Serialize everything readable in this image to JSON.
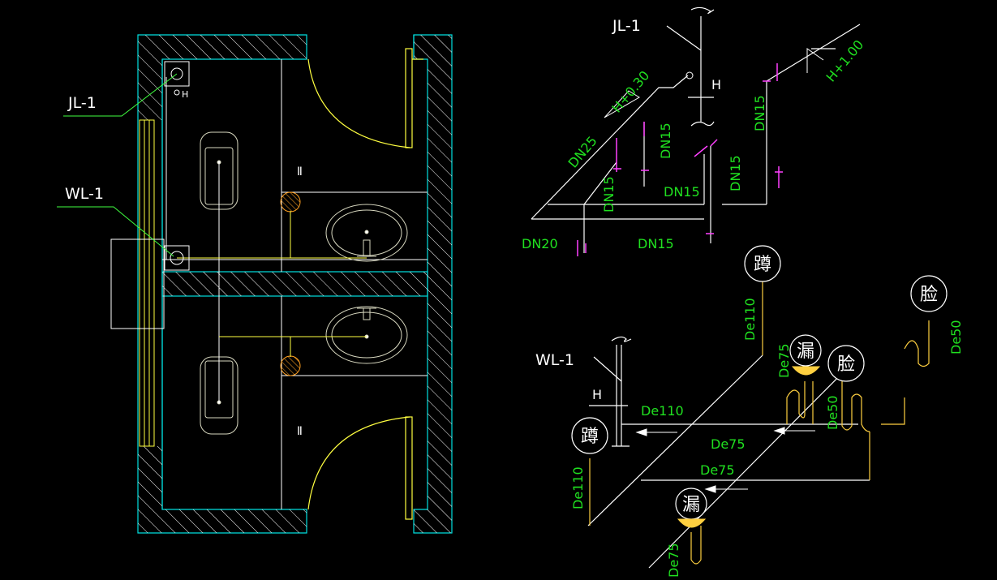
{
  "colors": {
    "background": "#000000",
    "wall": "#ffffff",
    "wall_outline": "#00e0e0",
    "door": "#ffff40",
    "fixture": "#ffffff",
    "fixture_dim": "#d8d8c0",
    "pipe_cold": "#ffffff",
    "pipe_drain": "#ffd040",
    "riser": "#ff40ff",
    "label_green": "#20e020",
    "label_white": "#ffffff",
    "hatch_orange": "#ffa020",
    "dim_line": "#40ff40"
  },
  "plan": {
    "riser_jl": "JL-1",
    "riser_wl": "WL-1",
    "room_mark_top": "Ⅱ",
    "room_mark_bottom": "Ⅱ",
    "h_mark": "H"
  },
  "supply_iso": {
    "riser_label": "JL-1",
    "h_mark": "H",
    "elev_left": "H+0.30",
    "elev_right": "H+1.00",
    "pipes": [
      {
        "id": "dn25",
        "text": "DN25"
      },
      {
        "id": "dn20",
        "text": "DN20"
      },
      {
        "id": "dn15-a",
        "text": "DN15"
      },
      {
        "id": "dn15-b",
        "text": "DN15"
      },
      {
        "id": "dn15-c",
        "text": "DN15"
      },
      {
        "id": "dn15-d",
        "text": "DN15"
      },
      {
        "id": "dn15-e",
        "text": "DN15"
      },
      {
        "id": "dn15-f",
        "text": "DN15"
      }
    ]
  },
  "drain_iso": {
    "riser_label": "WL-1",
    "h_mark": "H",
    "fixtures": [
      {
        "id": "squat-top",
        "char": "蹲"
      },
      {
        "id": "squat-left",
        "char": "蹲"
      },
      {
        "id": "floor-drain-a",
        "char": "漏"
      },
      {
        "id": "floor-drain-b",
        "char": "漏"
      },
      {
        "id": "basin-a",
        "char": "脸"
      },
      {
        "id": "basin-b",
        "char": "脸"
      }
    ],
    "pipes": [
      {
        "id": "de110-top",
        "text": "De110"
      },
      {
        "id": "de110-main",
        "text": "De110"
      },
      {
        "id": "de110-left",
        "text": "De110"
      },
      {
        "id": "de75-a",
        "text": "De75"
      },
      {
        "id": "de75-b",
        "text": "De75"
      },
      {
        "id": "de75-c",
        "text": "De75"
      },
      {
        "id": "de75-d",
        "text": "De75"
      },
      {
        "id": "de50-a",
        "text": "De50"
      },
      {
        "id": "de50-b",
        "text": "De50"
      }
    ]
  }
}
